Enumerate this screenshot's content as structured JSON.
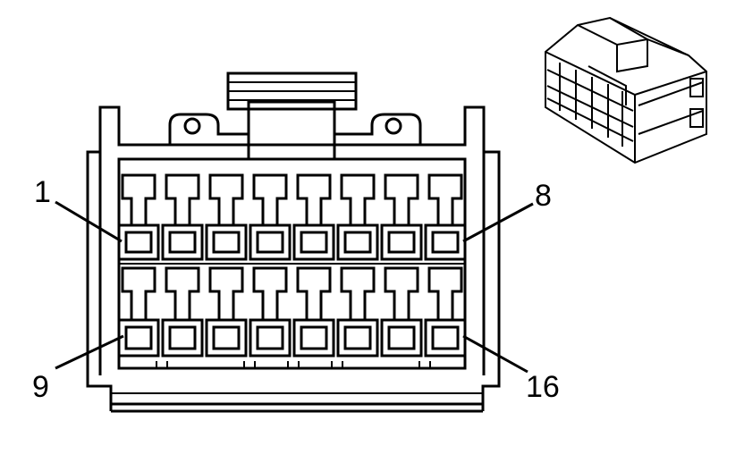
{
  "connector": {
    "pin_labels": {
      "top_left": "1",
      "top_right": "8",
      "bottom_left": "9",
      "bottom_right": "16"
    },
    "rows": 2,
    "pins_per_row": 8,
    "colors": {
      "line": "#000000",
      "background": "#ffffff"
    }
  }
}
